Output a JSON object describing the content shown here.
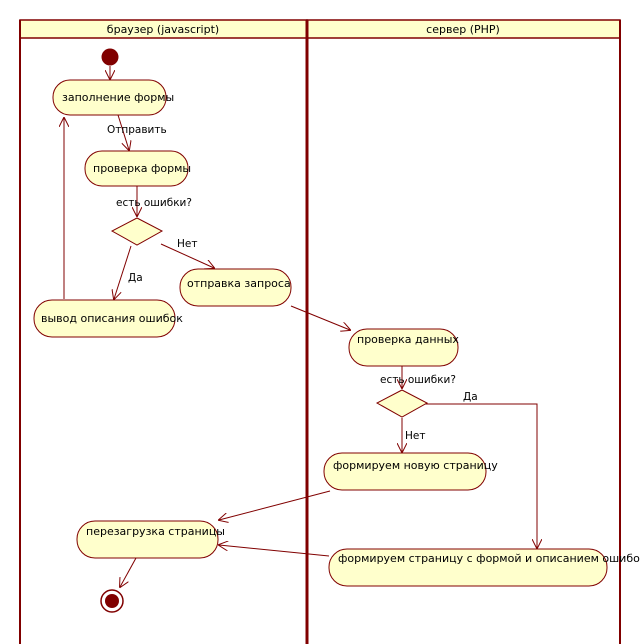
{
  "colors": {
    "fill": "#ffffcc",
    "stroke": "#800000",
    "header_fill": "#ffffcc",
    "text": "#000000"
  },
  "lanes": [
    {
      "id": "browser",
      "title": "браузер (javascript)"
    },
    {
      "id": "server",
      "title": "сервер (PHP)"
    }
  ],
  "nodes": {
    "fill_form": "заполнение формы",
    "check_form": "проверка формы",
    "show_errors": "вывод описания ошибок",
    "send_request": "отправка запроса",
    "check_data": "проверка данных",
    "new_page": "формируем новую страницу",
    "page_with_form": "формируем страницу с формой и описанием ошибок",
    "reload_page": "перезагрузка страницы"
  },
  "labels": {
    "submit": "Отправить",
    "has_errors_1": "есть ошибки?",
    "yes_1": "Да",
    "no_1": "Нет",
    "has_errors_2": "есть ошибки?",
    "yes_2": "Да",
    "no_2": "Нет"
  }
}
